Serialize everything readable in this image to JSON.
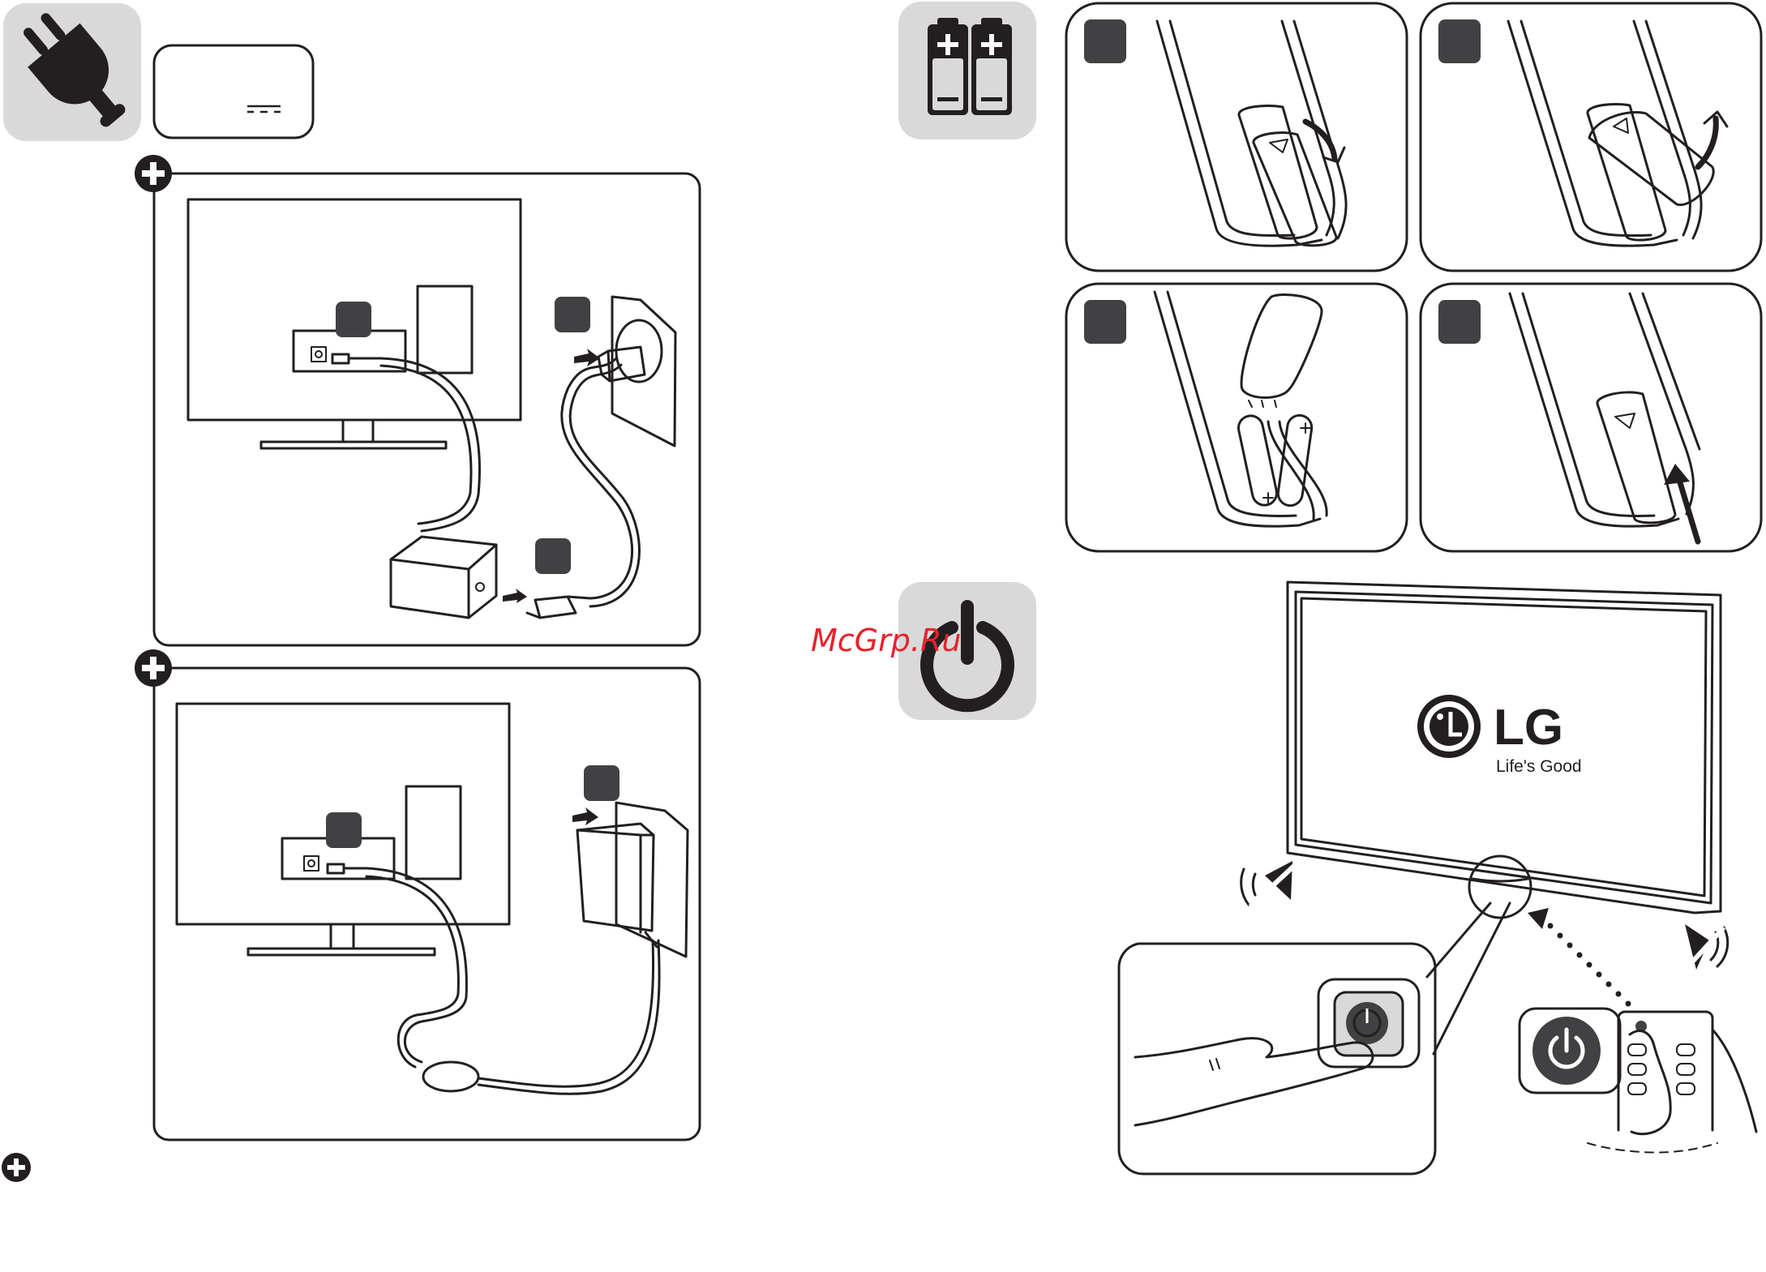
{
  "brand": {
    "logo": "LG",
    "tagline": "Life's Good"
  },
  "watermark": "McGrp.Ru",
  "icons": {
    "power_plug": "plug-icon",
    "batteries": "battery-icon",
    "power_on": "power-icon",
    "note": "plus-circle-icon",
    "mute": "speaker-mute-icon"
  },
  "colors": {
    "tile": "#d9d9d9",
    "badge": "#414042",
    "line": "#231f20",
    "watermark": "#e8212c"
  }
}
